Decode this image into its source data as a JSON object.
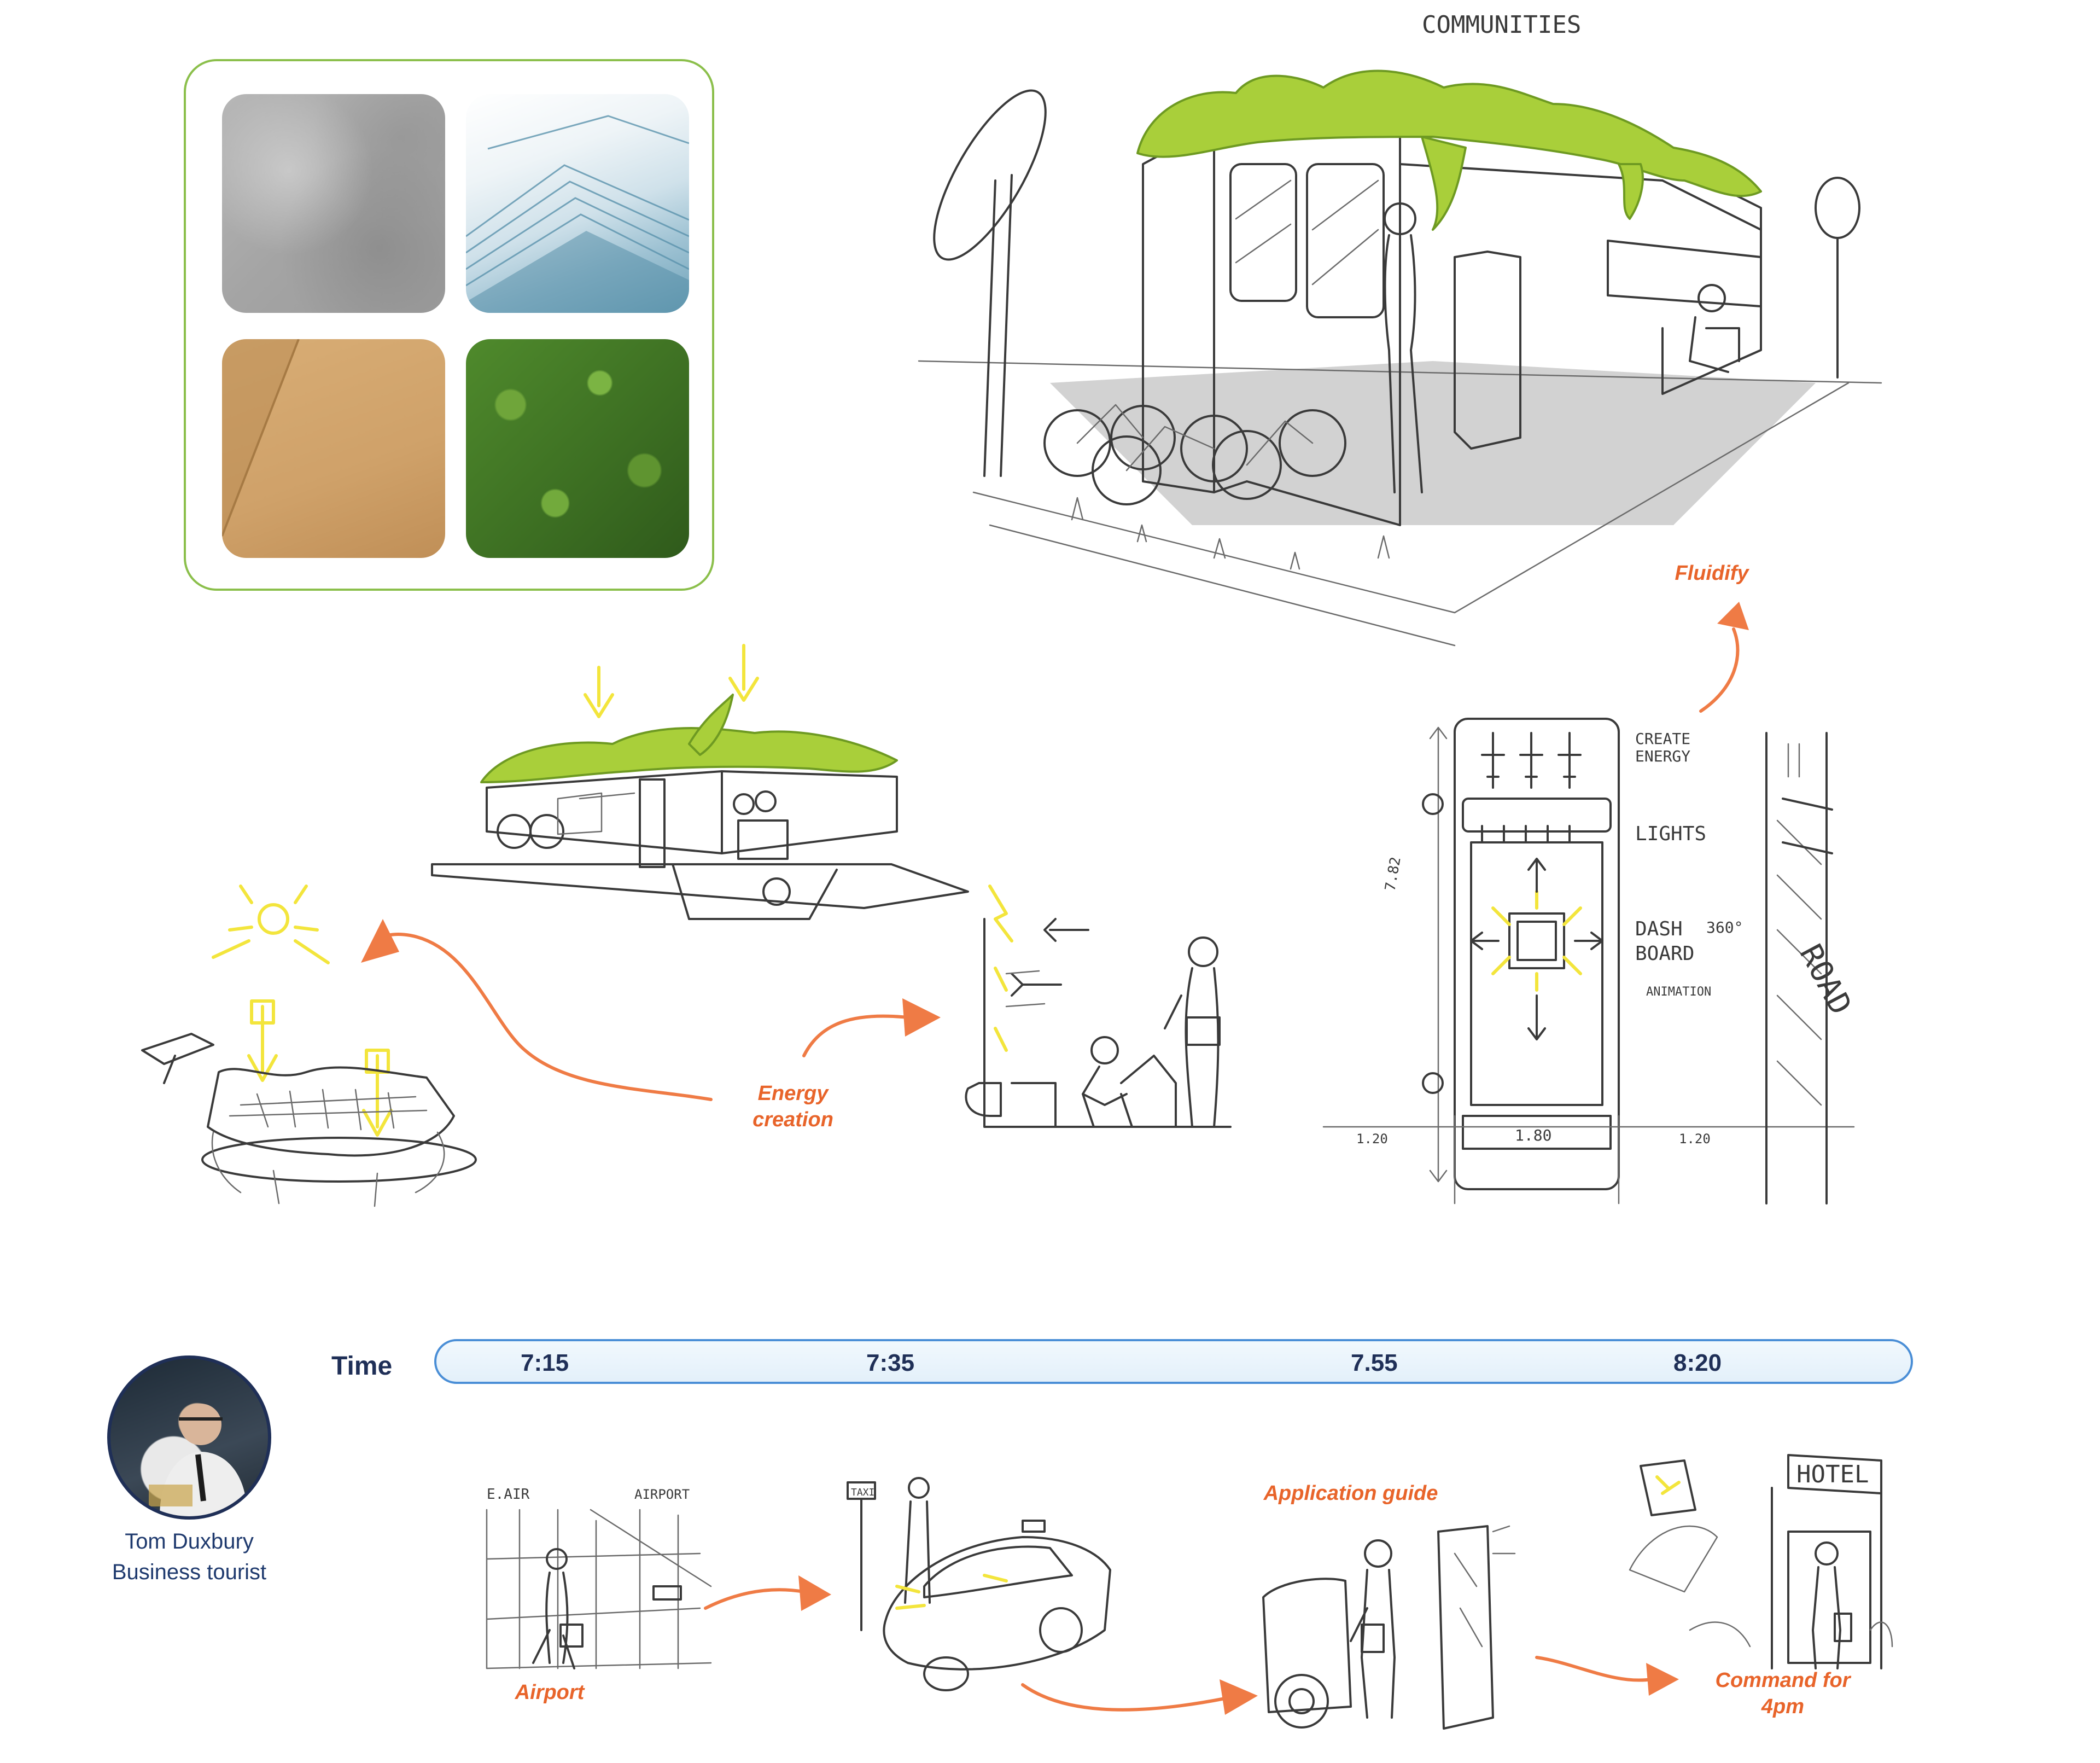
{
  "sketch_notes": {
    "communities": "COMMUNITIES",
    "create_energy_1": "CREATE",
    "create_energy_2": "ENERGY",
    "lights": "LIGHTS",
    "dashboard_1": "DASH",
    "dashboard_2": "BOARD",
    "degrees": "360°",
    "animation": "ANIMATION",
    "height_dim": "7.82",
    "width_dim_left": "1.20",
    "width_dim_center": "1.80",
    "width_dim_right": "1.20",
    "road": "ROAD"
  },
  "concept_labels": {
    "fluidify": "Fluidify",
    "energy_creation_1": "Energy",
    "energy_creation_2": "creation"
  },
  "timeline": {
    "label": "Time",
    "ticks": [
      "7:15",
      "7:35",
      "7.55",
      "8:20"
    ]
  },
  "persona": {
    "name": "Tom Duxbury",
    "role": "Business tourist"
  },
  "storyboard": {
    "airport_label": "Airport",
    "app_guide_label": "Application guide",
    "command_label_1": "Command for",
    "command_label_2": "4pm",
    "sign_eair": "E.AIR",
    "sign_airport": "AIRPORT",
    "sign_taxi": "TAXI",
    "sign_hotel": "HOTEL"
  },
  "colors": {
    "accent_orange": "#e8642a",
    "navy": "#1f2f57",
    "timeline_blue": "#4a8ed6",
    "panel_green": "#8bbf4b",
    "moss_green": "#a9cf3a"
  }
}
